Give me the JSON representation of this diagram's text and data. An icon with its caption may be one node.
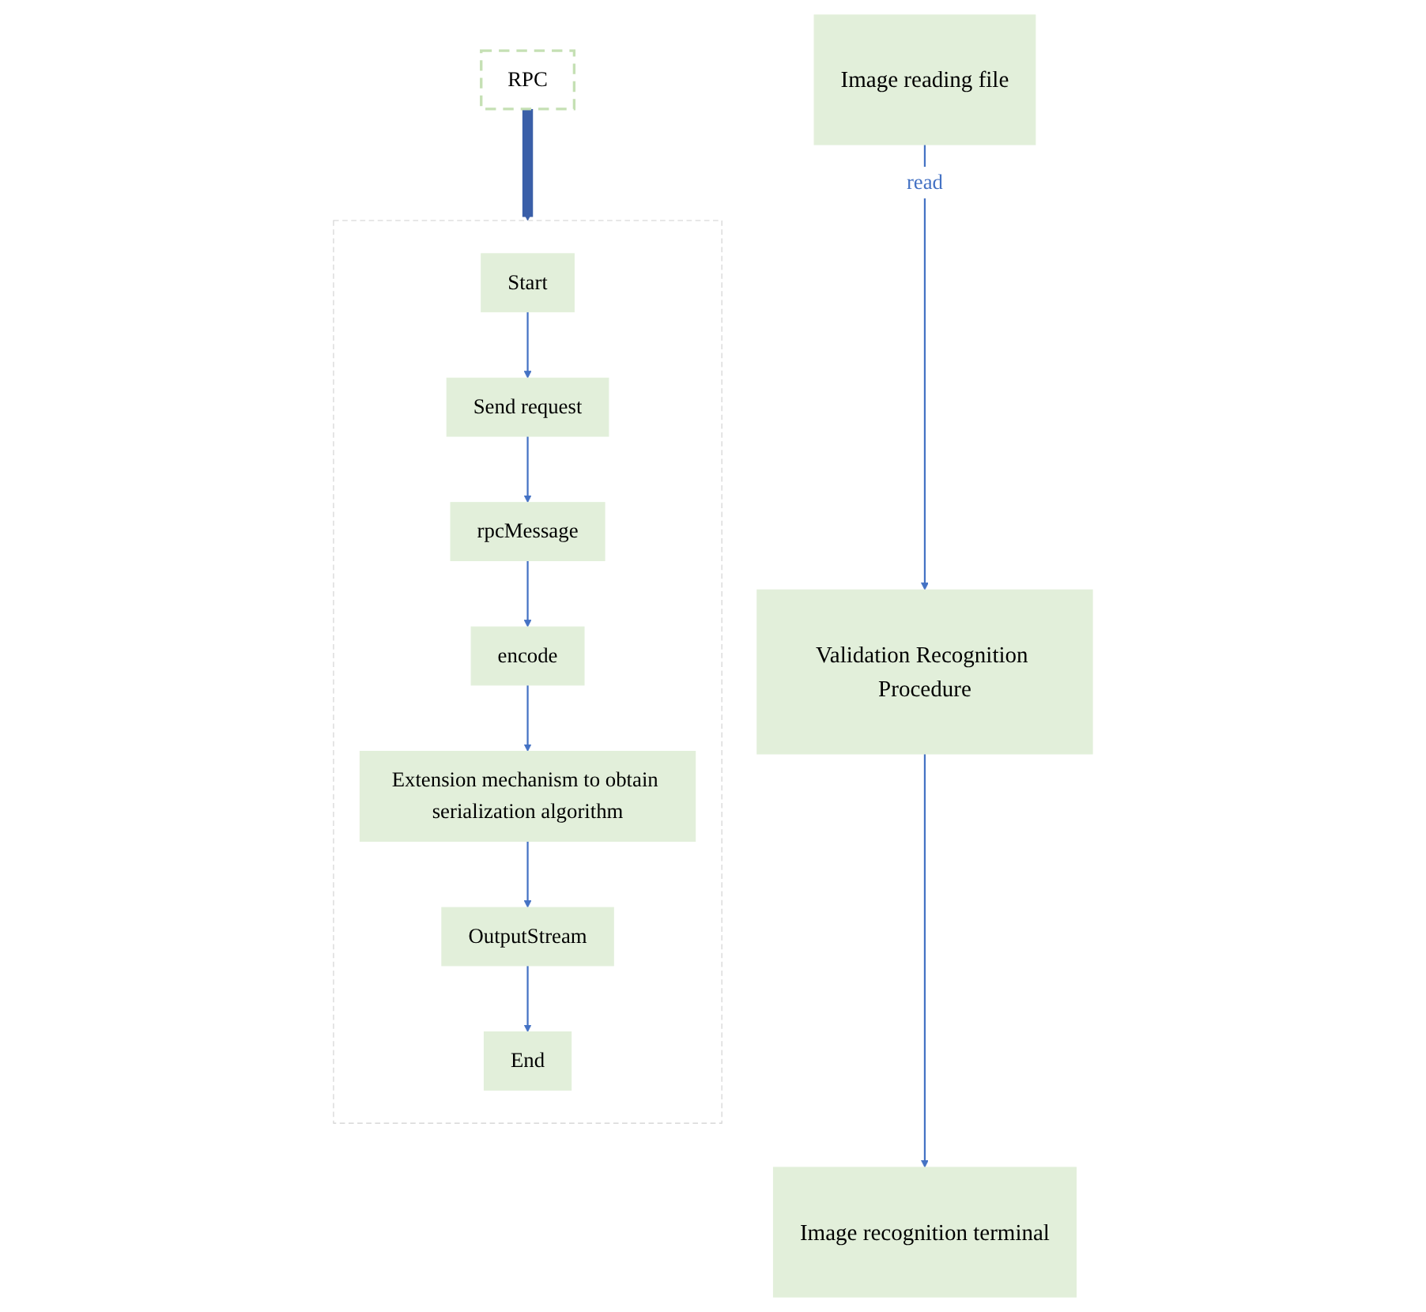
{
  "diagram": {
    "nodes": [
      {
        "text": [
          "Image reading file"
        ]
      },
      {
        "text": [
          "Validation Recognition Procedure"
        ]
      },
      {
        "text": [
          "Image recognition terminal"
        ]
      },
      {
        "text": [
          "RPC"
        ]
      },
      {
        "text": [],
        "shape": "box"
      },
      {
        "text": [
          "Start"
        ],
        "in": 4
      },
      {
        "text": [
          "Send request"
        ],
        "in": 4
      },
      {
        "text": [
          "rpcMessage"
        ],
        "in": 4
      },
      {
        "text": [
          "encode"
        ],
        "in": 4
      },
      {
        "text": [
          "Extension mechanism to obtain serialization algorithm"
        ],
        "in": 4
      },
      {
        "text": [
          "OutputStream"
        ],
        "in": 4
      },
      {
        "text": [
          "End"
        ],
        "in": 4
      }
    ],
    "edges": [
      {
        "from": 0,
        "to": 1,
        "arrow": "to",
        "label": "read"
      },
      {
        "from": 1,
        "to": 2,
        "arrow": "to"
      },
      {
        "from": 3,
        "to": 4,
        "arrow": "to",
        "style": "thick",
        "color": "#3a5fa8"
      },
      {
        "from": 5,
        "to": 6,
        "arrow": "to"
      },
      {
        "from": 6,
        "to": 7,
        "arrow": "to"
      },
      {
        "from": 7,
        "to": 8,
        "arrow": "to"
      },
      {
        "from": 8,
        "to": 9,
        "arrow": "to"
      },
      {
        "from": 9,
        "to": 10,
        "arrow": "to"
      },
      {
        "from": 10,
        "to": 11,
        "arrow": "to"
      }
    ]
  }
}
